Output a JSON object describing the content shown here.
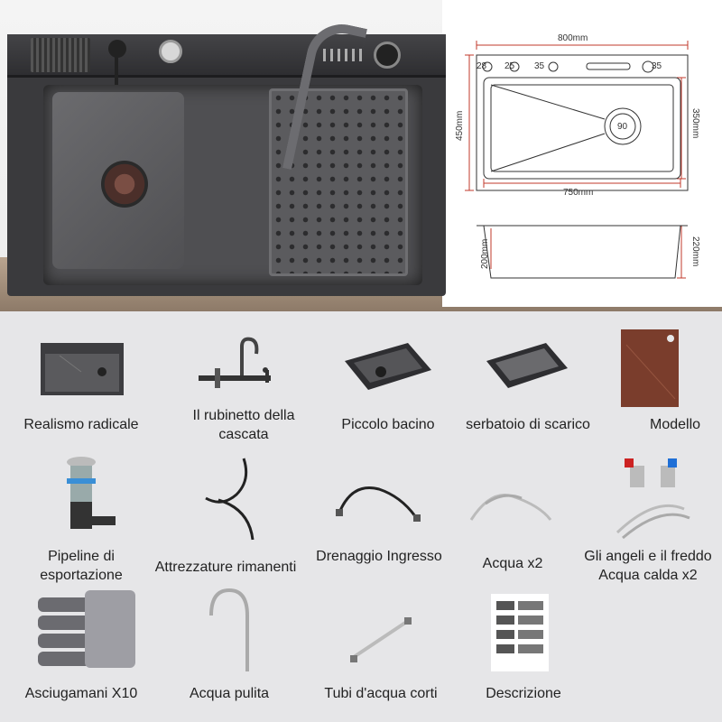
{
  "drawing": {
    "width_top": "800mm",
    "hole_1": "28",
    "hole_2": "25",
    "hole_3": "35",
    "hole_4": "35",
    "depth_left": "450mm",
    "basin_depth": "350mm",
    "drain": "90",
    "width_bottom": "750mm",
    "inner_height": "200mm",
    "total_height": "220mm"
  },
  "items": [
    {
      "label": "Realismo radicale",
      "icon": "sink-icon"
    },
    {
      "label": "Il rubinetto della cascata",
      "icon": "faucet-icon"
    },
    {
      "label": "Piccolo bacino",
      "icon": "small-basin-icon"
    },
    {
      "label": "serbatoio di scarico",
      "icon": "drain-tray-icon"
    },
    {
      "label": "Modello",
      "icon": "cutting-board-icon"
    },
    {
      "label": "Pipeline di esportazione",
      "icon": "drain-pipe-icon"
    },
    {
      "label": "Attrezzature rimanenti",
      "icon": "hose-icon"
    },
    {
      "label": "Drenaggio Ingresso",
      "icon": "braided-hose-icon"
    },
    {
      "label": "Acqua x2",
      "icon": "water-hose-icon"
    },
    {
      "label": "Gli angeli e il freddo Acqua calda x2",
      "icon": "angle-valve-icon"
    },
    {
      "label": "Asciugamani X10",
      "icon": "towel-icon"
    },
    {
      "label": "Acqua pulita",
      "icon": "spout-icon"
    },
    {
      "label": "Tubi d'acqua corti",
      "icon": "short-pipe-icon"
    },
    {
      "label": "Descrizione",
      "icon": "manual-icon"
    }
  ]
}
